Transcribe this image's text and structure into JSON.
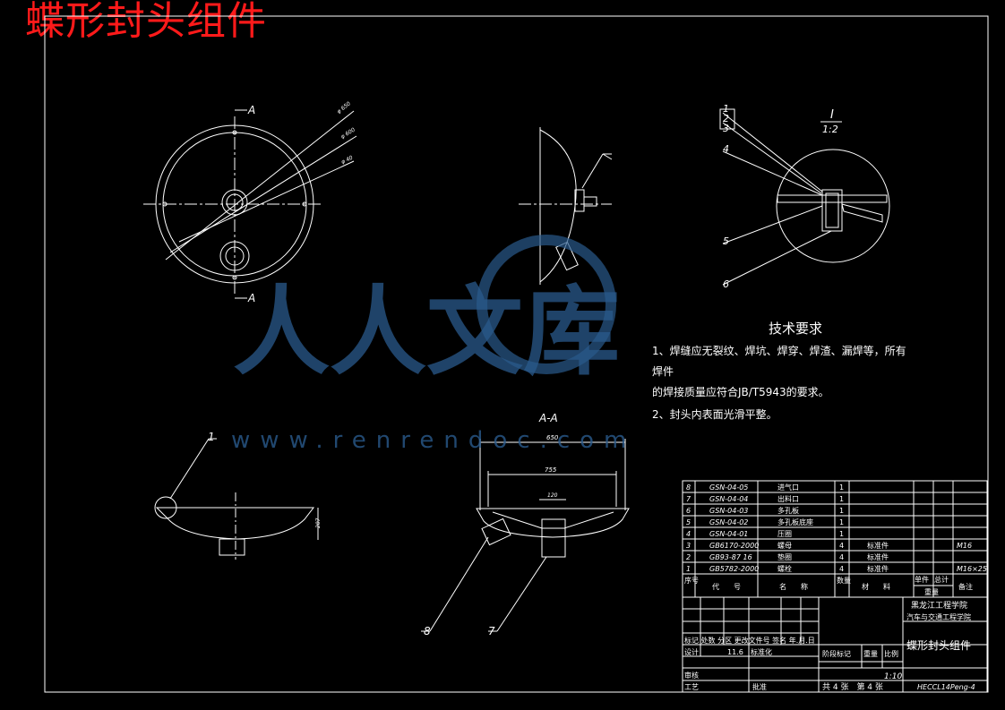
{
  "title": "蝶形封头组件",
  "section_label": "A-A",
  "cut_marks": [
    "A",
    "A"
  ],
  "detail": {
    "label": "I",
    "scale": "1:2"
  },
  "callouts": [
    "1",
    "2",
    "3",
    "4",
    "5",
    "6",
    "7",
    "8",
    "1"
  ],
  "dims_front": [
    "φ 650",
    "φ 600",
    "φ 40"
  ],
  "dims_section": [
    "650",
    "755",
    "120",
    "207"
  ],
  "tech_req": {
    "heading": "技术要求",
    "line1": "1、焊缝应无裂纹、焊坑、焊穿、焊渣、漏焊等，所有",
    "line2": "焊件",
    "line3": "的焊接质量应符合JB/T5943的要求。",
    "line4": "2、封头内表面光滑平整。"
  },
  "bom": [
    {
      "no": "8",
      "code": "GSN-04-05",
      "name": "进气口",
      "qty": "1",
      "mat": "",
      "note": ""
    },
    {
      "no": "7",
      "code": "GSN-04-04",
      "name": "出料口",
      "qty": "1",
      "mat": "",
      "note": ""
    },
    {
      "no": "6",
      "code": "GSN-04-03",
      "name": "多孔板",
      "qty": "1",
      "mat": "",
      "note": ""
    },
    {
      "no": "5",
      "code": "GSN-04-02",
      "name": "多孔板底座",
      "qty": "1",
      "mat": "",
      "note": ""
    },
    {
      "no": "4",
      "code": "GSN-04-01",
      "name": "压圈",
      "qty": "1",
      "mat": "",
      "note": ""
    },
    {
      "no": "3",
      "code": "GB6170-2000",
      "name": "螺母",
      "qty": "4",
      "mat": "标准件",
      "note": "M16"
    },
    {
      "no": "2",
      "code": "GB93-87 16",
      "name": "垫圈",
      "qty": "4",
      "mat": "标准件",
      "note": ""
    },
    {
      "no": "1",
      "code": "GB5782-2000",
      "name": "螺栓",
      "qty": "4",
      "mat": "标准件",
      "note": "M16×25"
    }
  ],
  "bom_header": {
    "no": "序号",
    "code": "代　　号",
    "name": "名　　称",
    "qty": "数量",
    "mat": "材　　料",
    "unit_weight": "单件",
    "total_weight": "总计",
    "weight": "重量",
    "note": "备注"
  },
  "title_block": {
    "school1": "黑龙江工程学院",
    "school2": "汽车与交通工程学院",
    "drawing_name": "蝶形封头组件",
    "drawing_no": "HECCL14Peng-4",
    "scale": "1:10",
    "mark_row": "标记 处数 分区 更改文件号 签名 年.月.日",
    "designer_label": "设计",
    "designer_value": "11.6",
    "std_label": "标准化",
    "stage_label": "阶段标记",
    "weight_label": "重量",
    "scale_label": "比例",
    "check_label": "审核",
    "process_label": "工艺",
    "approve_label": "批准",
    "sheets": "共 4 张　第 4 张"
  },
  "watermark": {
    "text": "人人文库",
    "url": "www.renrendoc.com"
  }
}
